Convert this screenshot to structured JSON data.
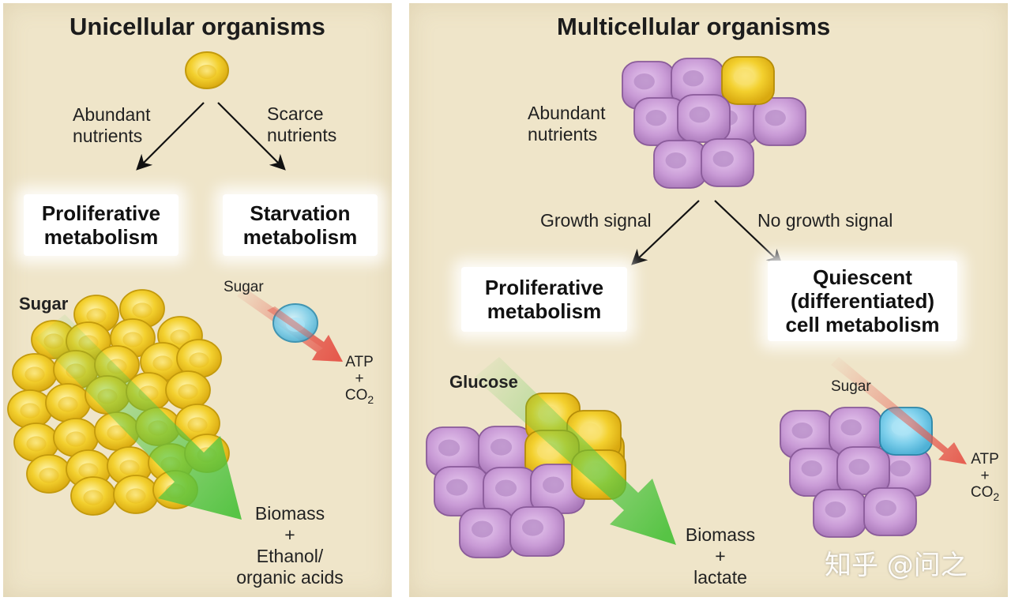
{
  "left": {
    "title": "Unicellular organisms",
    "branch_left": [
      "Abundant",
      "nutrients"
    ],
    "branch_right": [
      "Scarce",
      "nutrients"
    ],
    "box_left": [
      "Proliferative",
      "metabolism"
    ],
    "box_right": [
      "Starvation",
      "metabolism"
    ],
    "sugar_label": "Sugar",
    "starv_sugar_label": "Sugar",
    "atp_top": "ATP",
    "plus": "+",
    "co2": "CO",
    "co2_sub": "2",
    "output": [
      "Biomass",
      "+",
      "Ethanol/",
      "organic acids"
    ]
  },
  "right": {
    "title": "Multicellular organisms",
    "nutrients": [
      "Abundant",
      "nutrients"
    ],
    "growth_signal": "Growth signal",
    "no_growth_signal": "No growth signal",
    "box_left": [
      "Proliferative",
      "metabolism"
    ],
    "box_right": [
      "Quiescent",
      "(differentiated)",
      "cell metabolism"
    ],
    "glucose_label": "Glucose",
    "sugar_label": "Sugar",
    "atp_top": "ATP",
    "plus": "+",
    "co2": "CO",
    "co2_sub": "2",
    "output": [
      "Biomass",
      "+",
      "lactate"
    ]
  },
  "watermark": "知乎 @问之",
  "colors": {
    "panel": "#efe5c9",
    "yellow_cell": "#f2cf2c",
    "purple_cell": "#c99bd6",
    "blue_cell": "#7fd0ec",
    "green_arrow": "#5ccc4e",
    "red_arrow": "#e8645a"
  }
}
